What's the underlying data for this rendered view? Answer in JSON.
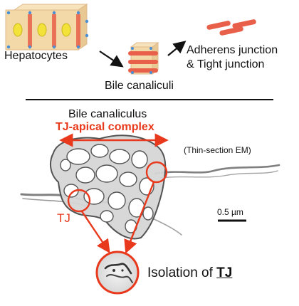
{
  "top": {
    "hepatocytes_label": "Hepatocytes",
    "bile_canaliculi_label": "Bile canaliculi",
    "junction_label_line1": "Adherens junction",
    "junction_label_line2": "& Tight junction"
  },
  "bottom": {
    "bile_canaliculus_label": "Bile canaliculus",
    "tj_apical_complex_label": "TJ-apical complex",
    "method_label": "(Thin-section EM)",
    "tj_label": "TJ",
    "scale_bar_label": "0.5 µm",
    "isolation_label": "Isolation of ",
    "isolation_tj": "TJ"
  },
  "colors": {
    "accent_red": "#e8391d",
    "cell_fill": "#f3d9a8",
    "cell_edge": "#e0b98a",
    "nucleus_yellow": "#f2e23a",
    "junction_red": "#e8604a",
    "dot_blue": "#4a8fd6"
  }
}
